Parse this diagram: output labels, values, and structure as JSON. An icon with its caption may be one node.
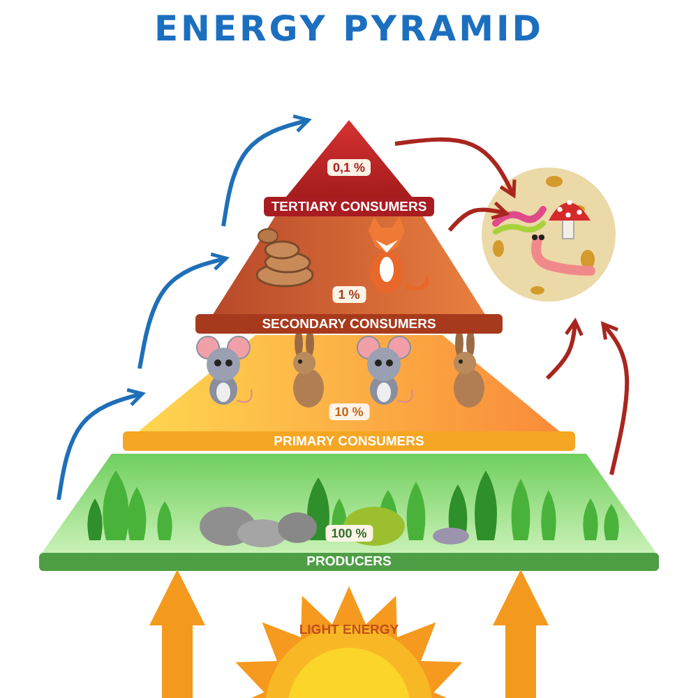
{
  "diagram": {
    "title": "ENERGY PYRAMID",
    "nodes": [
      {
        "text": [
          "100 %",
          "PRODUCERS"
        ]
      },
      {
        "text": [
          "10 %",
          "PRIMARY CONSUMERS"
        ]
      },
      {
        "text": [
          "1 %",
          "SECONDARY CONSUMERS"
        ]
      },
      {
        "text": [
          "0,1 %",
          "TERTIARY CONSUMERS"
        ]
      },
      {
        "text": [],
        "shape": "picture"
      },
      {
        "text": [
          "LIGHT ENERGY"
        ]
      }
    ],
    "edges": [
      {
        "from": 0,
        "to": 1,
        "arrow": "to",
        "color": "#1f6fb8"
      },
      {
        "from": 1,
        "to": 2,
        "arrow": "to",
        "color": "#1f6fb8"
      },
      {
        "from": 2,
        "to": 3,
        "arrow": "to",
        "color": "#1f6fb8"
      },
      {
        "from": 3,
        "to": 4,
        "arrow": "to"
      },
      {
        "from": 2,
        "to": 4,
        "arrow": "to"
      },
      {
        "from": 1,
        "to": 4,
        "arrow": "to"
      },
      {
        "from": 0,
        "to": 4,
        "arrow": "to"
      },
      {
        "from": null,
        "to": 0,
        "arrow": "to",
        "style": "thick",
        "color": "#f39a1e"
      },
      {
        "from": null,
        "to": 0,
        "arrow": "to",
        "style": "thick",
        "color": "#f39a1e"
      }
    ]
  }
}
